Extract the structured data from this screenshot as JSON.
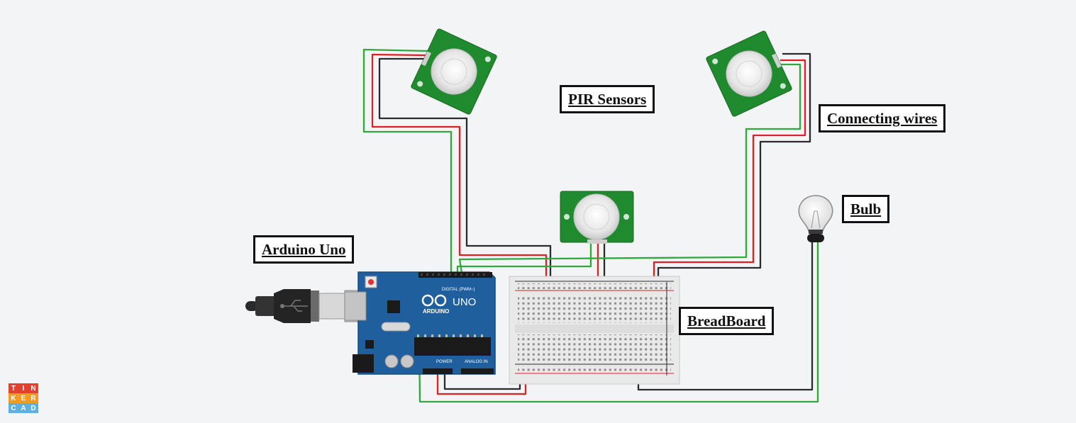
{
  "labels": {
    "pir_sensors": "PIR Sensors",
    "connecting_wires": "Connecting wires",
    "bulb": "Bulb",
    "arduino_uno": "Arduino Uno",
    "breadboard": "BreadBoard"
  },
  "arduino": {
    "brand": "ARDUINO",
    "model": "UNO",
    "digital_header": "DIGITAL (PWM~)",
    "power_header": "POWER",
    "analog_header": "ANALOG IN"
  },
  "logo": {
    "letters": [
      "T",
      "I",
      "N",
      "K",
      "E",
      "R",
      "C",
      "A",
      "D"
    ],
    "colors": [
      "#e2412d",
      "#e2412d",
      "#e2412d",
      "#f39b1e",
      "#f39b1e",
      "#f39b1e",
      "#5bb2e0",
      "#5bb2e0",
      "#5bb2e0"
    ]
  },
  "colors": {
    "wire_red": "#e02020",
    "wire_green": "#2fa83c",
    "wire_black": "#2b2b2b",
    "arduino_blue": "#1f5f9e",
    "pir_green": "#1f8a2e",
    "background": "#f3f4f6"
  }
}
